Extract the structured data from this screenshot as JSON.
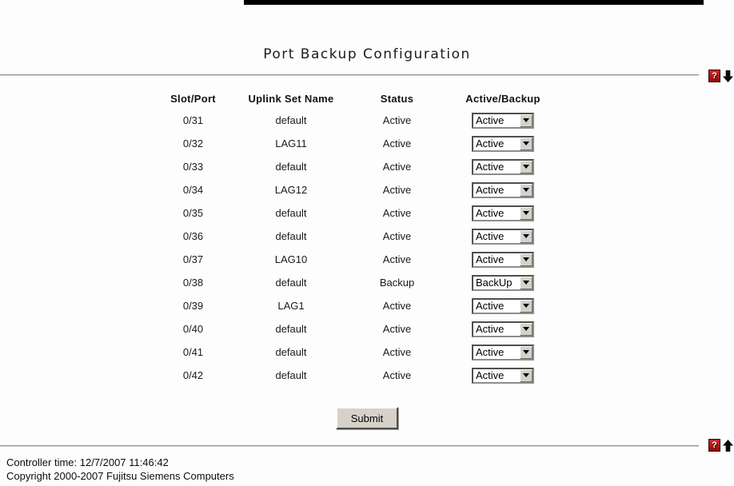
{
  "page": {
    "title": "Port Backup Configuration"
  },
  "help": {
    "icon_glyph": "?"
  },
  "table": {
    "columns": [
      "Slot/Port",
      "Uplink Set Name",
      "Status",
      "Active/Backup"
    ],
    "rows": [
      {
        "slot_port": "0/31",
        "uplink_set": "default",
        "status": "Active",
        "selected": "Active"
      },
      {
        "slot_port": "0/32",
        "uplink_set": "LAG11",
        "status": "Active",
        "selected": "Active"
      },
      {
        "slot_port": "0/33",
        "uplink_set": "default",
        "status": "Active",
        "selected": "Active"
      },
      {
        "slot_port": "0/34",
        "uplink_set": "LAG12",
        "status": "Active",
        "selected": "Active"
      },
      {
        "slot_port": "0/35",
        "uplink_set": "default",
        "status": "Active",
        "selected": "Active"
      },
      {
        "slot_port": "0/36",
        "uplink_set": "default",
        "status": "Active",
        "selected": "Active"
      },
      {
        "slot_port": "0/37",
        "uplink_set": "LAG10",
        "status": "Active",
        "selected": "Active"
      },
      {
        "slot_port": "0/38",
        "uplink_set": "default",
        "status": "Backup",
        "selected": "BackUp"
      },
      {
        "slot_port": "0/39",
        "uplink_set": "LAG1",
        "status": "Active",
        "selected": "Active"
      },
      {
        "slot_port": "0/40",
        "uplink_set": "default",
        "status": "Active",
        "selected": "Active"
      },
      {
        "slot_port": "0/41",
        "uplink_set": "default",
        "status": "Active",
        "selected": "Active"
      },
      {
        "slot_port": "0/42",
        "uplink_set": "default",
        "status": "Active",
        "selected": "Active"
      }
    ]
  },
  "submit": {
    "label": "Submit"
  },
  "footer": {
    "controller_time": "Controller time: 12/7/2007 11:46:42",
    "copyright": "Copyright 2000-2007 Fujitsu Siemens Computers"
  },
  "colors": {
    "help_icon_red": "#a81010",
    "button_face": "#d6d2ca",
    "rule_gray": "#8f8f8f",
    "top_bar_black": "#000000"
  }
}
